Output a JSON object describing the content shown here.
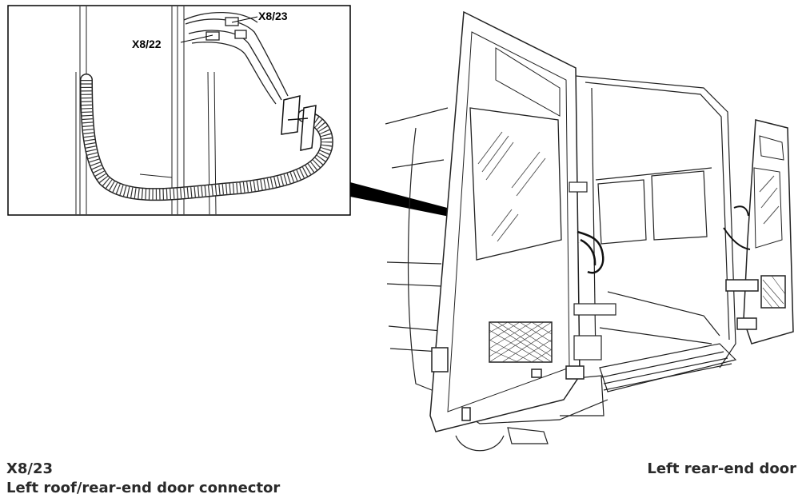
{
  "callouts": {
    "x8_23": "X8/23",
    "x8_22": "X8/22"
  },
  "captions": {
    "code": "X8/23",
    "description": "Left roof/rear-end door connector",
    "door": "Left rear-end door"
  }
}
